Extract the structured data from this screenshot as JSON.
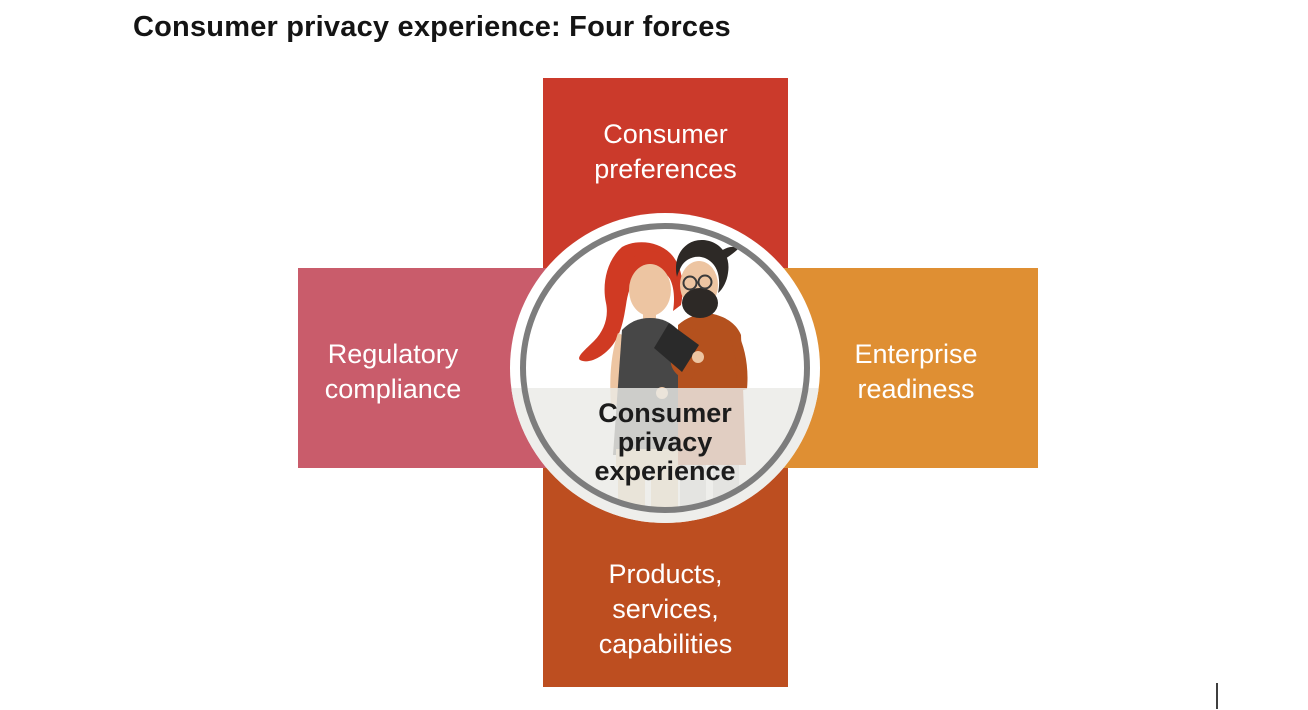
{
  "title": "Consumer privacy experience: Four forces",
  "diagram": {
    "type": "four-forces-cross",
    "center": {
      "label": "Consumer privacy experience",
      "lines": [
        "Consumer",
        "privacy",
        "experience"
      ],
      "illustration": "two-people-reviewing-tablet-illustration",
      "ring_color": "#7d7d7d",
      "text_color": "#1c1c1c"
    },
    "forces": [
      {
        "position": "top",
        "label": "Consumer preferences",
        "lines": [
          "Consumer",
          "preferences"
        ],
        "color": "#cb3a2b"
      },
      {
        "position": "left",
        "label": "Regulatory compliance",
        "lines": [
          "Regulatory",
          "compliance"
        ],
        "color": "#c95c6b"
      },
      {
        "position": "right",
        "label": "Enterprise readiness",
        "lines": [
          "Enterprise",
          "readiness"
        ],
        "color": "#df8f33"
      },
      {
        "position": "bottom",
        "label": "Products, services, capabilities",
        "lines": [
          "Products,",
          "services,",
          "capabilities"
        ],
        "color": "#bd4e20"
      }
    ],
    "label_text_color": "#ffffff"
  }
}
